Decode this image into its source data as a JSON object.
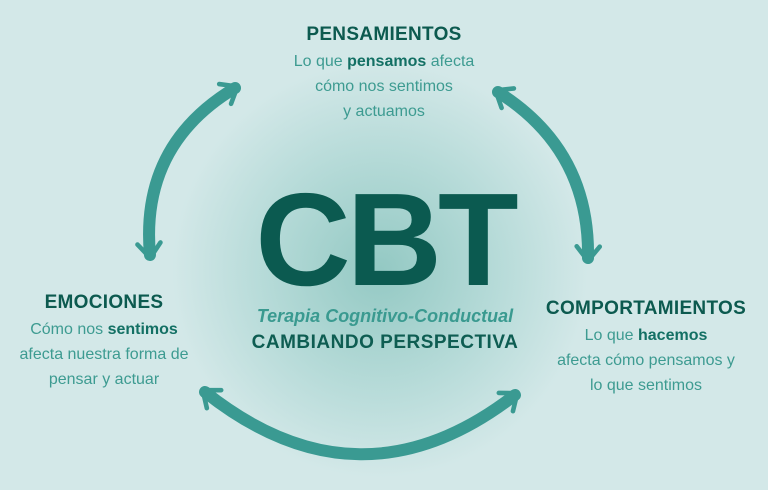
{
  "pensamientos": {
    "title": "PENSAMIENTOS",
    "line1_pre": "Lo que ",
    "line1_bold": "pensamos",
    "line1_post": " afecta",
    "line2": "cómo nos sentimos",
    "line3": "y actuamos"
  },
  "emociones": {
    "title": "EMOCIONES",
    "line1_pre": "Cómo nos ",
    "line1_bold": "sentimos",
    "line2": "afecta nuestra forma de",
    "line3": "pensar y actuar"
  },
  "comportamientos": {
    "title": "COMPORTAMIENTOS",
    "line1_pre": "Lo que ",
    "line1_bold": "hacemos",
    "line2": "afecta cómo pensamos y",
    "line3": "lo que sentimos"
  },
  "center": {
    "acronym": "CBT",
    "subtitle": "Terapia Cognitivo-Conductual",
    "tagline": "CAMBIANDO PERSPECTIVA"
  },
  "colors": {
    "background": "#d3e8e8",
    "arrow": "#3a9a92",
    "dark_teal": "#0b5a50",
    "light_teal": "#3d9b91"
  }
}
